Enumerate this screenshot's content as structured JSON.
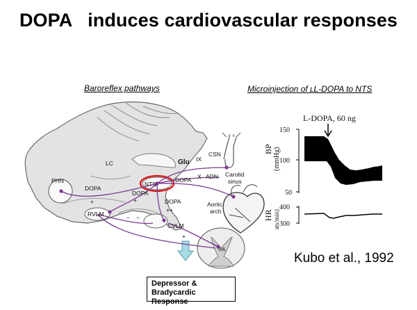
{
  "title": "DOPA   induces cardiovascular responses",
  "captions": {
    "left": "Baroreflex pathways",
    "right": "Microinjection of ʟL-DOPA to NTS"
  },
  "diagram": {
    "labels": {
      "lc": "LC",
      "glu": "Glu",
      "ix": "IX",
      "csn": "CSN",
      "carotid_1": "Carotid",
      "carotid_2": "sinus",
      "phn": "PHN",
      "dopa_phn": "DOPA",
      "nts": "NTS",
      "dopa_nts_right": "DOPA",
      "x": "X",
      "adn": "ADN",
      "dopa_nts_left": "DOPA",
      "aortic_1": "Aortic",
      "aortic_2": "arch",
      "rvlm": "RVLM",
      "cvlm": "CVLM",
      "dopa_lower": "DOPA",
      "plusplus": "++",
      "plus_1": "+",
      "plus_2": "+",
      "plus_3": "+",
      "minus_1": "−",
      "minus_2": "−",
      "iml": "IML"
    },
    "accent_color": "#7b3a8f",
    "highlight_color": "#e01010",
    "arrow_color": "#a6dce6"
  },
  "traces": {
    "annotation": "L-DOPA, 60 ng",
    "bp_label": "BP",
    "bp_unit": "(mmHg)",
    "bp_ticks": [
      "150",
      "100",
      "50"
    ],
    "hr_label": "HR",
    "hr_unit": "(beats/min)",
    "hr_ticks": [
      "400",
      "300"
    ]
  },
  "citation": "Kubo et al., 1992",
  "response_box": {
    "line1": "Depressor & Bradycardic",
    "line2": "Response"
  }
}
